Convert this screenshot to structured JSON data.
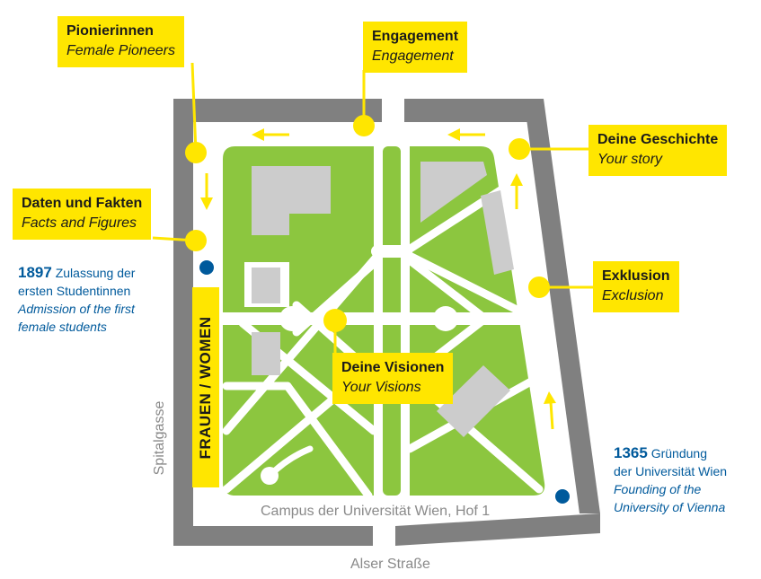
{
  "stations": [
    {
      "id": "pionierinnen",
      "title": "Pionierinnen",
      "subtitle": "Female Pioneers"
    },
    {
      "id": "engagement",
      "title": "Engagement",
      "subtitle": "Engagement"
    },
    {
      "id": "geschichte",
      "title": "Deine Geschichte",
      "subtitle": "Your story"
    },
    {
      "id": "daten",
      "title": "Daten und Fakten",
      "subtitle": "Facts and Figures"
    },
    {
      "id": "exklusion",
      "title": "Exklusion",
      "subtitle": "Exclusion"
    },
    {
      "id": "visionen",
      "title": "Deine Visionen",
      "subtitle": "Your Visions"
    }
  ],
  "milestones": {
    "admission": {
      "year": "1897",
      "de_line1": "Zulassung der",
      "de_line2": "ersten Studentinnen",
      "en_line1": "Admission of the first",
      "en_line2": "female students"
    },
    "founding": {
      "year": "1365",
      "de_line1": "Gründung",
      "de_line2": "der Universität Wien",
      "en_line1": "Founding of the",
      "en_line2": "University of Vienna"
    }
  },
  "tour_label": "FRAUEN / WOMEN",
  "streets": {
    "bottom": "Alser Straße",
    "left": "Spitalgasse",
    "campus": "Campus der Universität Wien, Hof 1"
  },
  "colors": {
    "station_yellow": "#ffe600",
    "lawn_green": "#8cc63f",
    "building_gray": "#cccccc",
    "wall_gray": "#808080",
    "milestone_blue": "#005a9c"
  }
}
